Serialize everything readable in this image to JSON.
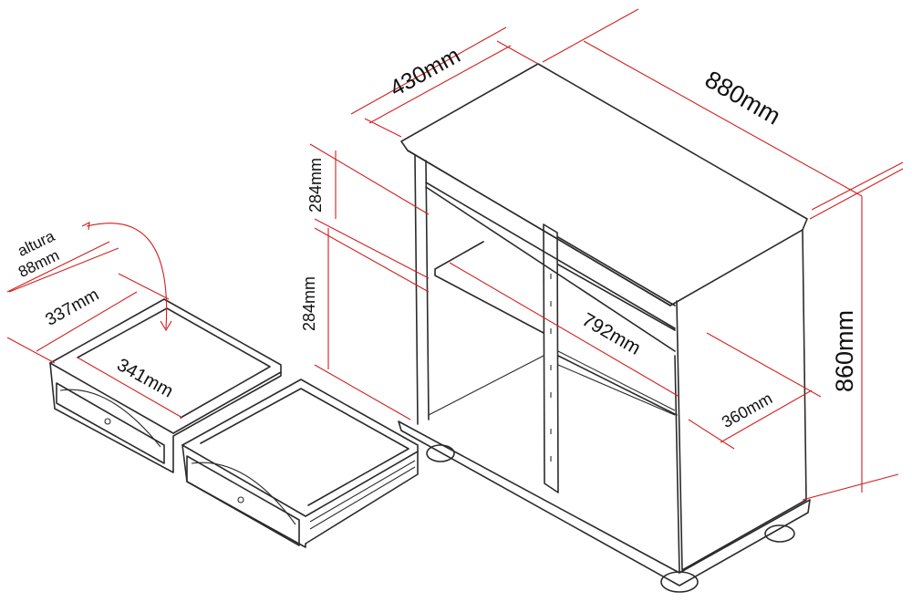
{
  "dimensions": {
    "depth": "430mm",
    "width": "880mm",
    "height": "860mm",
    "upper_opening": "284mm",
    "lower_opening": "284mm",
    "inner_width": "792mm",
    "inner_depth": "360mm",
    "drawer_front_depth": "337mm",
    "drawer_width": "341mm"
  },
  "drawer_height": {
    "line1": "altura",
    "line2": "88mm"
  }
}
